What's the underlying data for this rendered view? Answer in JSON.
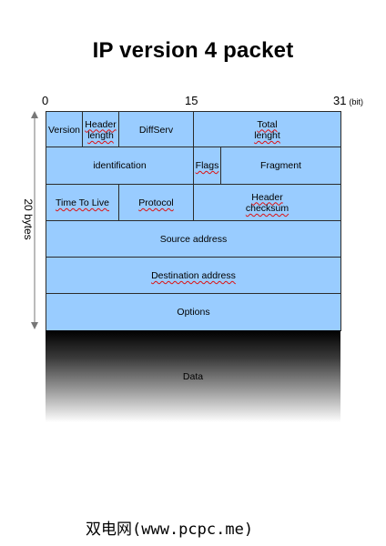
{
  "title": "IP version 4 packet",
  "bit_scale": {
    "start": "0",
    "middle": "15",
    "end": "31",
    "unit": "(bit)"
  },
  "size_label": "20 bytes",
  "rows": [
    [
      {
        "label": "Version",
        "squiggle": false
      },
      {
        "label": "Header\nlength",
        "squiggle": true
      },
      {
        "label": "DiffServ",
        "squiggle": false
      },
      {
        "label": "Total\nlenght",
        "squiggle": true
      }
    ],
    [
      {
        "label": "identification",
        "squiggle": false
      },
      {
        "label": "Flags",
        "squiggle": true
      },
      {
        "label": "Fragment",
        "squiggle": false
      }
    ],
    [
      {
        "label": "Time To Live",
        "squiggle": true
      },
      {
        "label": "Protocol",
        "squiggle": true
      },
      {
        "label": "Header\nchecksum",
        "squiggle": true
      }
    ],
    [
      {
        "label": "Source address",
        "squiggle": false
      }
    ],
    [
      {
        "label": "Destination address",
        "squiggle": true
      }
    ],
    [
      {
        "label": "Options",
        "squiggle": false
      }
    ]
  ],
  "data_label": "Data",
  "watermark": "双电网(www.pcpc.me)",
  "colors": {
    "field_fill": "#99ccff",
    "field_border": "#2b2b2b",
    "spellcheck_underline": "#dd1111"
  }
}
